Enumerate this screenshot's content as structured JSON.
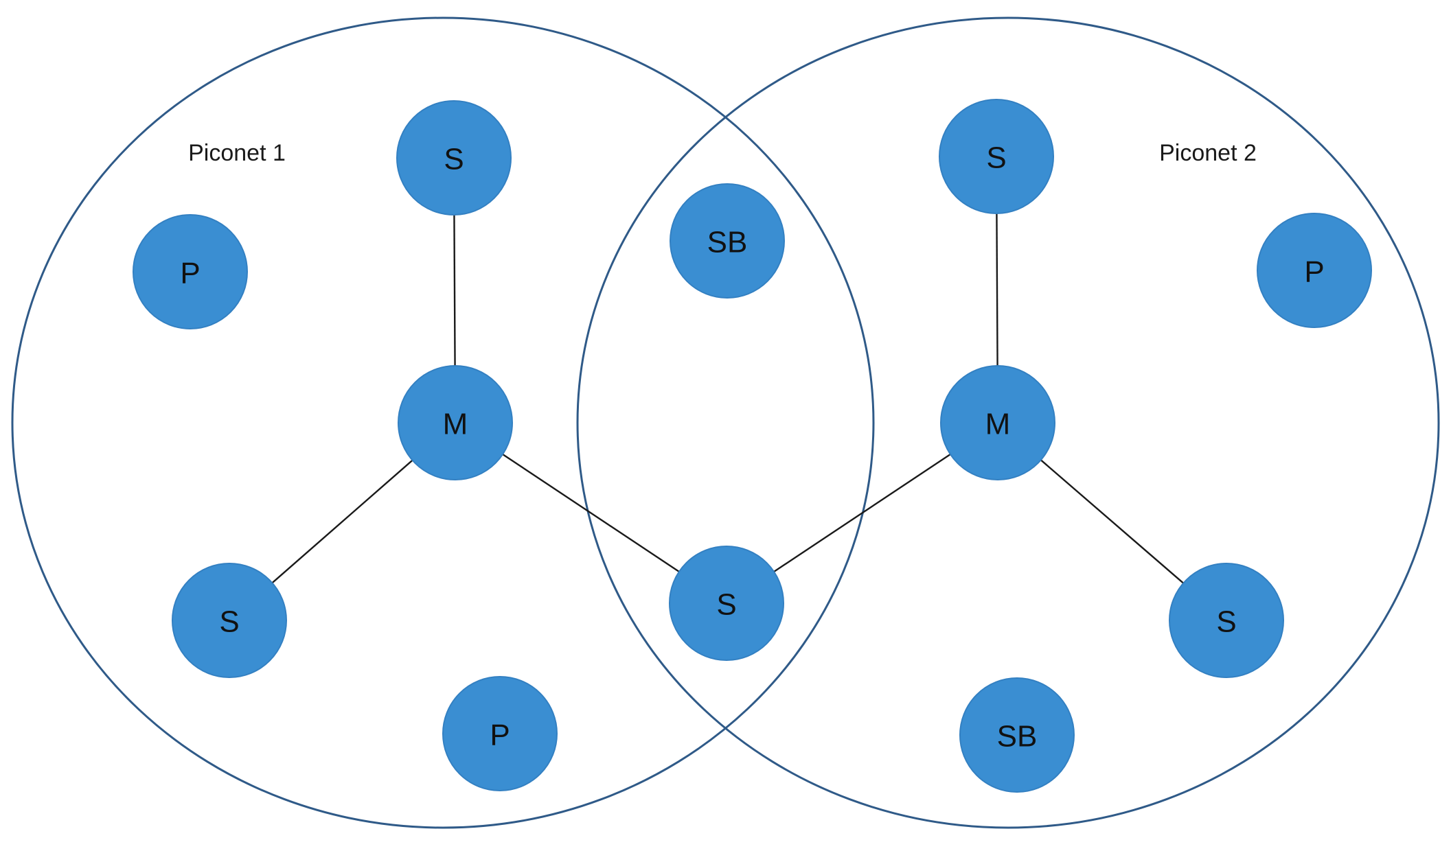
{
  "piconets": [
    {
      "id": "piconet-1",
      "label": "Piconet 1"
    },
    {
      "id": "piconet-2",
      "label": "Piconet 2"
    }
  ],
  "nodes": [
    {
      "id": "p1-s-top",
      "label": "S",
      "role": "slave"
    },
    {
      "id": "p1-p-left",
      "label": "P",
      "role": "parked"
    },
    {
      "id": "p1-m",
      "label": "M",
      "role": "master"
    },
    {
      "id": "p1-s-bottom",
      "label": "S",
      "role": "slave"
    },
    {
      "id": "p1-p-bottom",
      "label": "P",
      "role": "parked"
    },
    {
      "id": "shared-sb",
      "label": "SB",
      "role": "standby"
    },
    {
      "id": "shared-s",
      "label": "S",
      "role": "slave (bridge)"
    },
    {
      "id": "p2-s-top",
      "label": "S",
      "role": "slave"
    },
    {
      "id": "p2-p-right",
      "label": "P",
      "role": "parked"
    },
    {
      "id": "p2-m",
      "label": "M",
      "role": "master"
    },
    {
      "id": "p2-s-bottom",
      "label": "S",
      "role": "slave"
    },
    {
      "id": "p2-sb-bottom",
      "label": "SB",
      "role": "standby"
    }
  ],
  "links": [
    {
      "from": "p1-m",
      "to": "p1-s-top"
    },
    {
      "from": "p1-m",
      "to": "p1-s-bottom"
    },
    {
      "from": "p1-m",
      "to": "shared-s"
    },
    {
      "from": "p2-m",
      "to": "p2-s-top"
    },
    {
      "from": "p2-m",
      "to": "p2-s-bottom"
    },
    {
      "from": "p2-m",
      "to": "shared-s"
    }
  ],
  "colors": {
    "node_fill": "#3a8ed2",
    "boundary": "#2f5a88",
    "link": "#1a1a1a"
  }
}
